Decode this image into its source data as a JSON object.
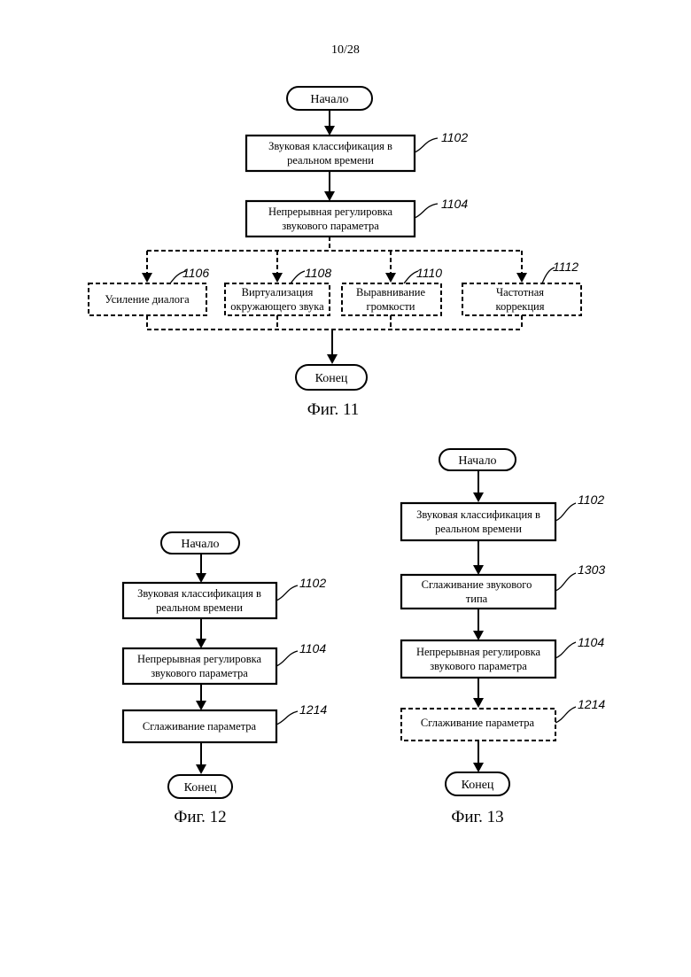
{
  "page_number": "10/28",
  "fig11": {
    "caption": "Фиг. 11",
    "start": "Начало",
    "end": "Конец",
    "step1": {
      "line1": "Звуковая классификация в",
      "line2": "реальном времени",
      "ref": "1102"
    },
    "step2": {
      "line1": "Непрерывная регулировка",
      "line2": "звукового параметра",
      "ref": "1104"
    },
    "branches": [
      {
        "line1": "Усиление диалога",
        "line2": "",
        "ref": "1106"
      },
      {
        "line1": "Виртуализация",
        "line2": "окружающего звука",
        "ref": "1108"
      },
      {
        "line1": "Выравнивание",
        "line2": "громкости",
        "ref": "1110"
      },
      {
        "line1": "Частотная",
        "line2": "коррекция",
        "ref": "1112"
      }
    ]
  },
  "fig12": {
    "caption": "Фиг. 12",
    "start": "Начало",
    "end": "Конец",
    "step1": {
      "line1": "Звуковая классификация в",
      "line2": "реальном времени",
      "ref": "1102"
    },
    "step2": {
      "line1": "Непрерывная регулировка",
      "line2": "звукового параметра",
      "ref": "1104"
    },
    "step3": {
      "line1": "Сглаживание параметра",
      "ref": "1214"
    }
  },
  "fig13": {
    "caption": "Фиг. 13",
    "start": "Начало",
    "end": "Конец",
    "step1": {
      "line1": "Звуковая классификация в",
      "line2": "реальном времени",
      "ref": "1102"
    },
    "step2": {
      "line1": "Сглаживание звукового",
      "line2": "типа",
      "ref": "1303"
    },
    "step3": {
      "line1": "Непрерывная регулировка",
      "line2": "звукового параметра",
      "ref": "1104"
    },
    "step4": {
      "line1": "Сглаживание параметра",
      "ref": "1214"
    }
  }
}
